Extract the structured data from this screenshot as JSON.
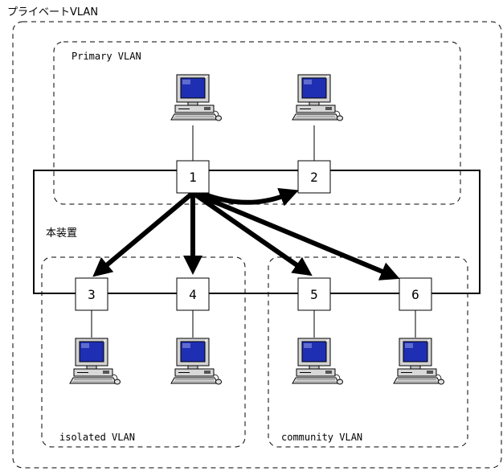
{
  "labels": {
    "private_vlan": "プライベートVLAN",
    "primary_vlan": "Primary VLAN",
    "device": "本装置",
    "isolated_vlan": "isolated VLAN",
    "community_vlan": "community VLAN"
  },
  "ports": [
    "1",
    "2",
    "3",
    "4",
    "5",
    "6"
  ],
  "icons": {
    "computer": "computer-icon"
  },
  "colors": {
    "screen": "#1e2fb4",
    "line": "#000000",
    "background": "#ffffff"
  }
}
